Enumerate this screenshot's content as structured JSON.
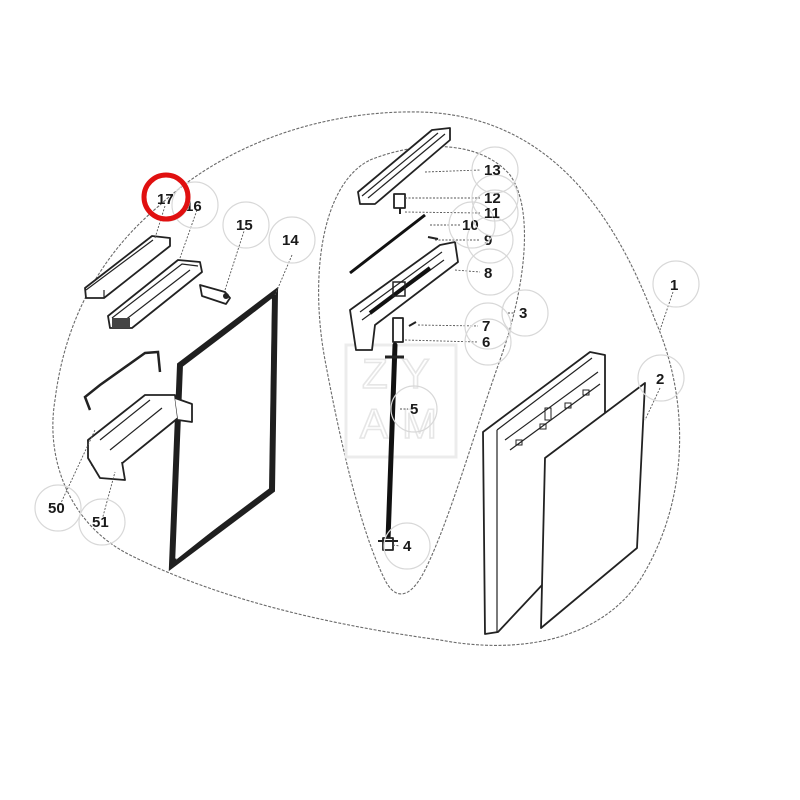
{
  "diagram": {
    "type": "exploded-parts-diagram",
    "subject": "refrigerator door assembly",
    "highlighted_part": "17",
    "highlight_color": "#e01010",
    "watermark": {
      "line1": "ZY",
      "line2": "AM"
    },
    "callouts": [
      {
        "id": "1",
        "label": "1"
      },
      {
        "id": "2",
        "label": "2"
      },
      {
        "id": "3",
        "label": "3"
      },
      {
        "id": "4",
        "label": "4"
      },
      {
        "id": "5",
        "label": "5"
      },
      {
        "id": "6",
        "label": "6"
      },
      {
        "id": "7",
        "label": "7"
      },
      {
        "id": "8",
        "label": "8"
      },
      {
        "id": "9",
        "label": "9"
      },
      {
        "id": "10",
        "label": "10"
      },
      {
        "id": "11",
        "label": "11"
      },
      {
        "id": "12",
        "label": "12"
      },
      {
        "id": "13",
        "label": "13"
      },
      {
        "id": "14",
        "label": "14"
      },
      {
        "id": "15",
        "label": "15"
      },
      {
        "id": "16",
        "label": "16"
      },
      {
        "id": "17",
        "label": "17"
      },
      {
        "id": "50",
        "label": "50"
      },
      {
        "id": "51",
        "label": "51"
      }
    ]
  }
}
